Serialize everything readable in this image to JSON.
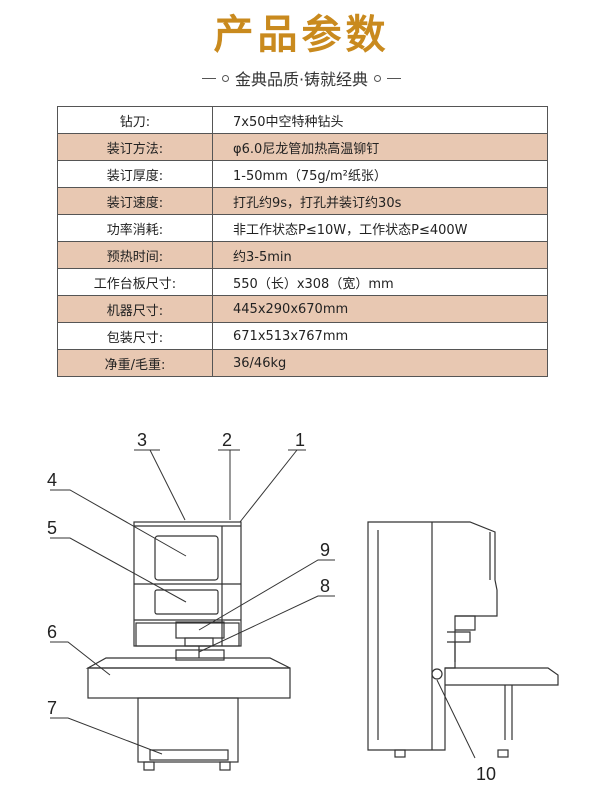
{
  "header": {
    "title": "产品参数",
    "subtitle": "金典品质·铸就经典"
  },
  "spec_table": {
    "rows": [
      {
        "label": "钻刀:",
        "value": "7x50中空特种钻头"
      },
      {
        "label": "装订方法:",
        "value": "φ6.0尼龙管加热高温铆钉"
      },
      {
        "label": "装订厚度:",
        "value": "1-50mm（75g/m²纸张）"
      },
      {
        "label": "装订速度:",
        "value": "打孔约9s，打孔并装订约30s"
      },
      {
        "label": "功率消耗:",
        "value": "非工作状态P≤10W，工作状态P≤400W"
      },
      {
        "label": "预热时间:",
        "value": "约3-5min"
      },
      {
        "label": "工作台板尺寸:",
        "value": "550（长）x308（宽）mm"
      },
      {
        "label": "机器尺寸:",
        "value": "445x290x670mm"
      },
      {
        "label": "包装尺寸:",
        "value": "671x513x767mm"
      },
      {
        "label": "净重/毛重:",
        "value": "36/46kg"
      }
    ]
  },
  "diagram": {
    "callouts": [
      "1",
      "2",
      "3",
      "4",
      "5",
      "6",
      "7",
      "8",
      "9",
      "10"
    ]
  }
}
